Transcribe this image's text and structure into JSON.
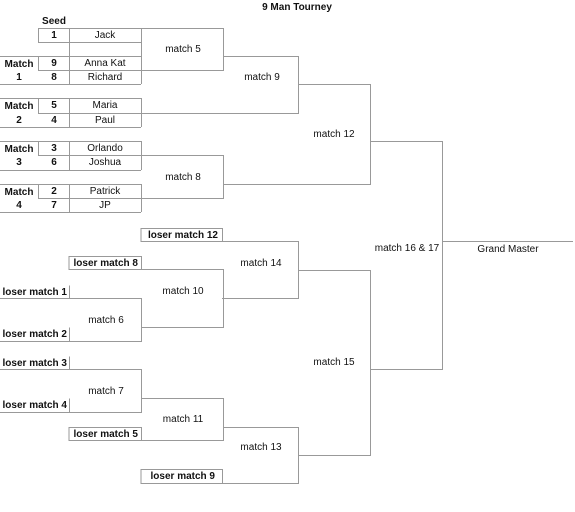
{
  "title": "9 Man Tourney",
  "seed_header": "Seed",
  "round1": [
    {
      "seed": "1",
      "name": "Jack"
    },
    {
      "seed": "9",
      "name": "Anna Kat"
    },
    {
      "seed": "8",
      "name": "Richard"
    },
    {
      "seed": "5",
      "name": "Maria"
    },
    {
      "seed": "4",
      "name": "Paul"
    },
    {
      "seed": "3",
      "name": "Orlando"
    },
    {
      "seed": "6",
      "name": "Joshua"
    },
    {
      "seed": "2",
      "name": "Patrick"
    },
    {
      "seed": "7",
      "name": "JP"
    }
  ],
  "match_labels": [
    {
      "line1": "Match",
      "line2": "1"
    },
    {
      "line1": "Match",
      "line2": "2"
    },
    {
      "line1": "Match",
      "line2": "3"
    },
    {
      "line1": "Match",
      "line2": "4"
    }
  ],
  "winners_bracket": {
    "match5": "match 5",
    "match9": "match 9",
    "match8": "match 8",
    "match12": "match 12",
    "match16_17": "match 16 & 17",
    "grand_master": "Grand Master"
  },
  "losers_bracket": {
    "loser12": "loser match 12",
    "loser8": "loser match 8",
    "loser1": "loser match 1",
    "loser2": "loser match 2",
    "loser3": "loser match 3",
    "loser4": "loser match 4",
    "loser5": "loser match 5",
    "loser9": "loser match 9",
    "match14": "match 14",
    "match10": "match 10",
    "match6": "match 6",
    "match7": "match 7",
    "match11": "match 11",
    "match13": "match 13",
    "match15": "match 15"
  },
  "line_color": "#999999"
}
